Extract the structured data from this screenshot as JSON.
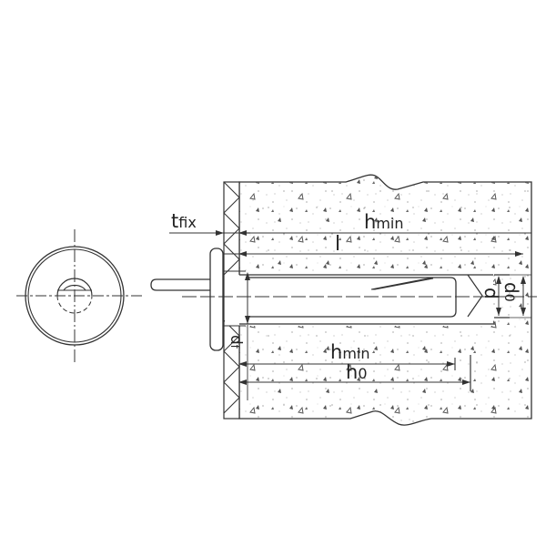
{
  "diagram": {
    "type": "technical-drawing",
    "subject": "hammer-set anchor installed through fixture into concrete",
    "colors": {
      "line": "#333333",
      "background": "#ffffff",
      "concrete_speckle": "#555555"
    },
    "labels": {
      "t_fix": {
        "main": "t",
        "sub": "fix"
      },
      "h_min_top": {
        "main": "h",
        "sub": "min"
      },
      "l": "l",
      "d": "d",
      "d0": {
        "main": "d",
        "sub": "0"
      },
      "df": {
        "main": "d",
        "sub": "f"
      },
      "h_min_bottom": {
        "main": "h",
        "sub": "min"
      },
      "h0": {
        "main": "h",
        "sub": "0"
      }
    },
    "views": [
      {
        "name": "end-view",
        "description": "circular head with half-round slot, centerlines"
      },
      {
        "name": "section-view",
        "description": "anchor through fixture (hatched) into concrete base material"
      }
    ]
  }
}
